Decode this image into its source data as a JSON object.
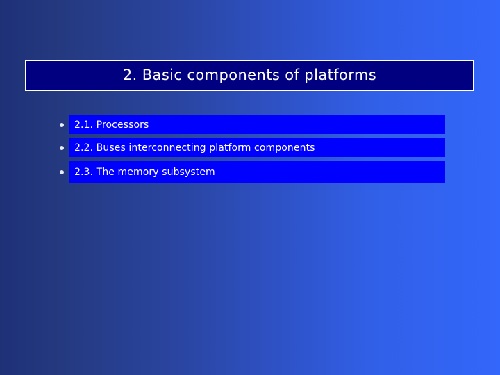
{
  "slide": {
    "title": "2. Basic components of platforms",
    "background": {
      "gradient_from": "#1e3178",
      "gradient_to": "#3366fa",
      "direction": "left-to-right"
    },
    "title_box": {
      "fill_color": "#000080",
      "border_color": "#ffffff",
      "text_color": "#ffffff"
    },
    "bullets": [
      {
        "label": "2.1. Processors",
        "bullet_glyph": "dot",
        "band_color": "#0000ff",
        "text_color": "#ffffff"
      },
      {
        "label": "2.2. Buses interconnecting platform components",
        "bullet_glyph": "dot",
        "band_color": "#0000ff",
        "text_color": "#ffffff"
      },
      {
        "label": "2.3. The memory subsystem",
        "bullet_glyph": "dot",
        "band_color": "#0000ff",
        "text_color": "#ffffff"
      }
    ]
  }
}
